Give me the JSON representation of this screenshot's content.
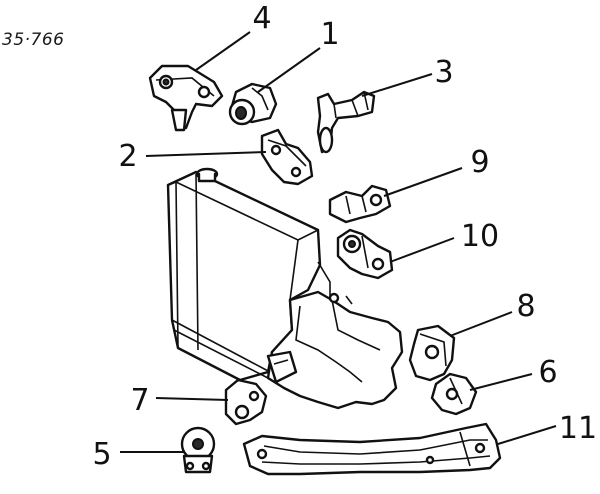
{
  "diagram": {
    "reference_code": "35·766",
    "callouts": [
      {
        "id": "4",
        "label": "4"
      },
      {
        "id": "1",
        "label": "1"
      },
      {
        "id": "3",
        "label": "3"
      },
      {
        "id": "2",
        "label": "2"
      },
      {
        "id": "9",
        "label": "9"
      },
      {
        "id": "10",
        "label": "10"
      },
      {
        "id": "8",
        "label": "8"
      },
      {
        "id": "6",
        "label": "6"
      },
      {
        "id": "7",
        "label": "7"
      },
      {
        "id": "5",
        "label": "5"
      },
      {
        "id": "11",
        "label": "11"
      }
    ],
    "colors": {
      "ink": "#111111",
      "paper": "#ffffff"
    }
  }
}
